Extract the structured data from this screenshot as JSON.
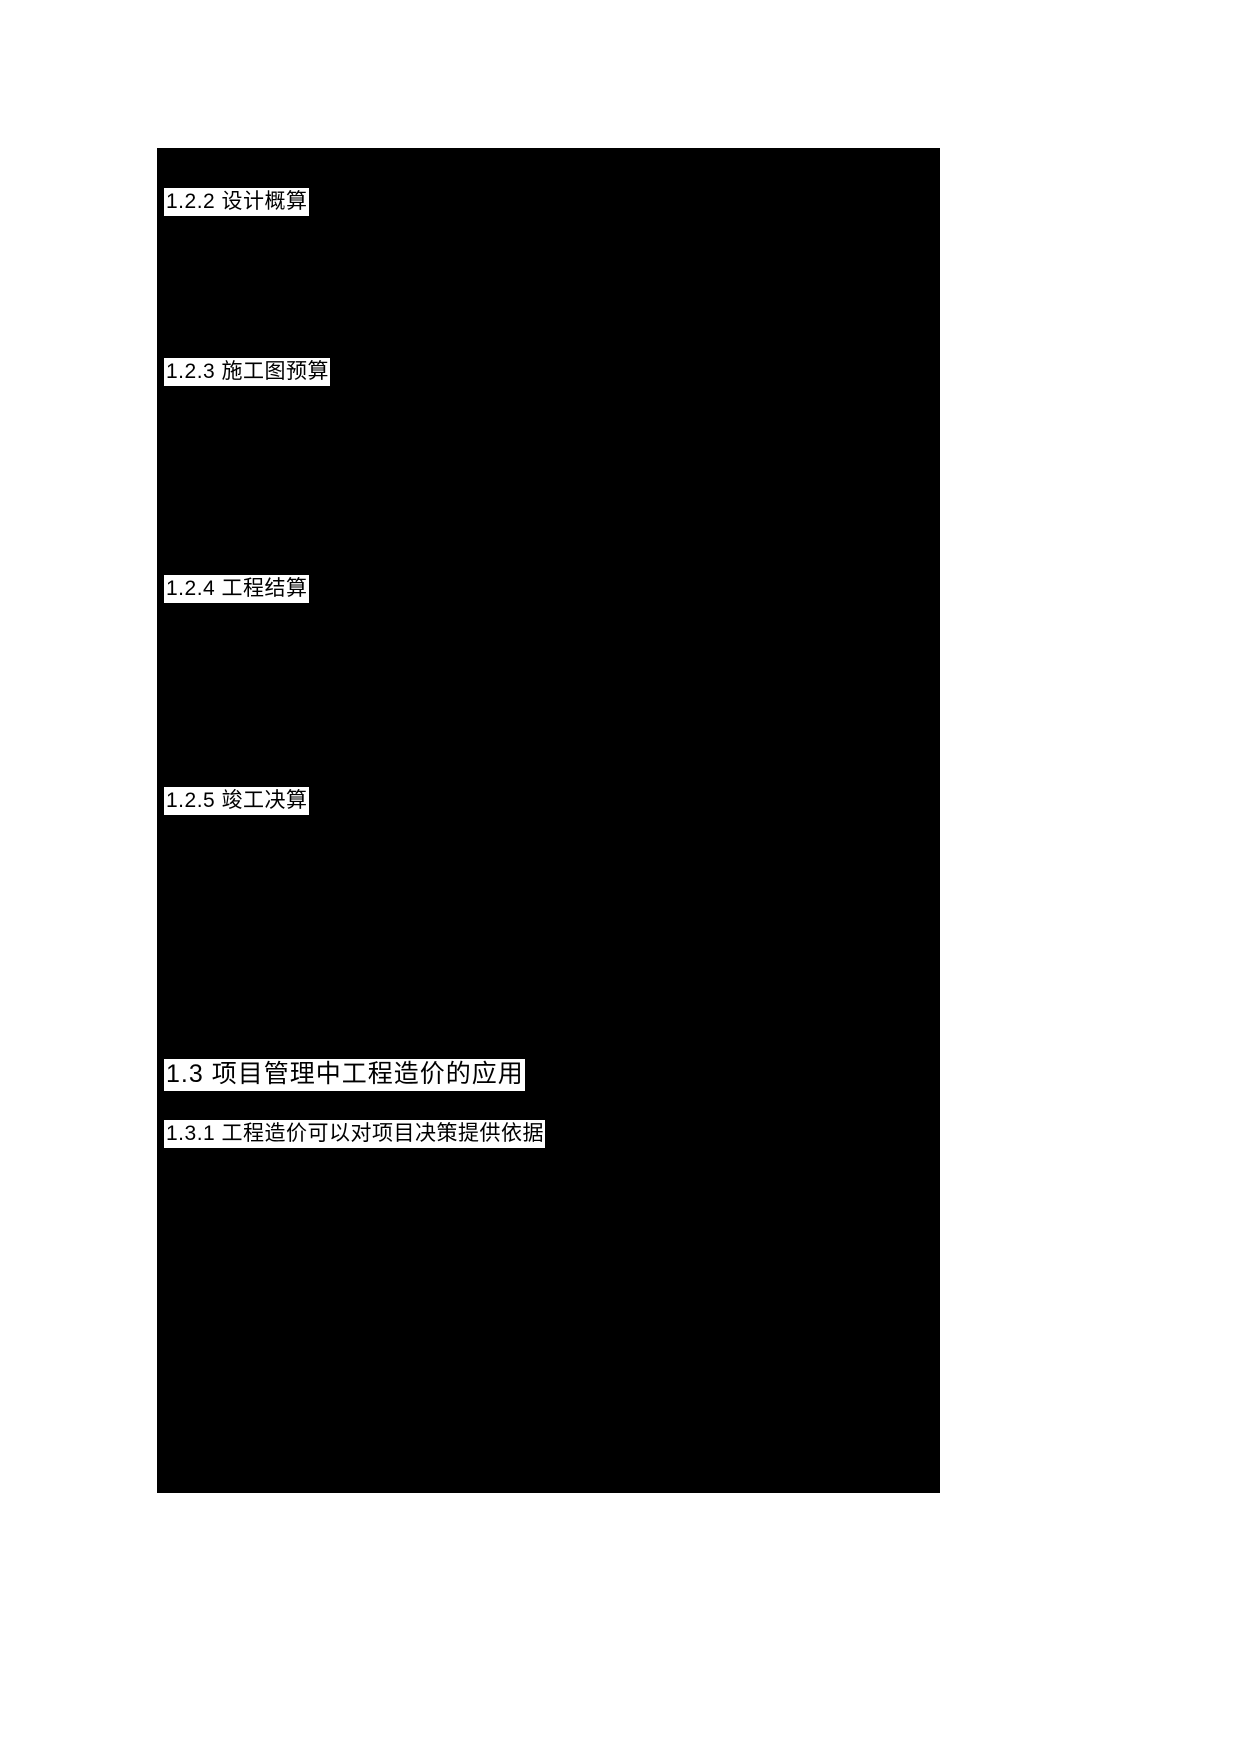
{
  "document": {
    "page_background": "#ffffff",
    "redaction_color": "#000000",
    "heading_text_color": "#000000",
    "heading_highlight_color": "#ffffff",
    "language": "zh-CN"
  },
  "headings": [
    {
      "id": "h-1-2-2",
      "level": 3,
      "number": "1.2.2",
      "title": "设计概算",
      "full_text": "1.2.2  设计概算"
    },
    {
      "id": "h-1-2-3",
      "level": 3,
      "number": "1.2.3",
      "title": "施工图预算",
      "full_text": "1.2.3  施工图预算"
    },
    {
      "id": "h-1-2-4",
      "level": 3,
      "number": "1.2.4",
      "title": "工程结算",
      "full_text": "1.2.4  工程结算"
    },
    {
      "id": "h-1-2-5",
      "level": 3,
      "number": "1.2.5",
      "title": "竣工决算",
      "full_text": "1.2.5  竣工决算"
    },
    {
      "id": "h-1-3",
      "level": 2,
      "number": "1.3",
      "title": "项目管理中工程造价的应用",
      "full_text": "1.3  项目管理中工程造价的应用"
    },
    {
      "id": "h-1-3-1",
      "level": 3,
      "number": "1.3.1",
      "title": "工程造价可以对项目决策提供依据",
      "full_text": "1.3.1  工程造价可以对项目决策提供依据"
    }
  ]
}
